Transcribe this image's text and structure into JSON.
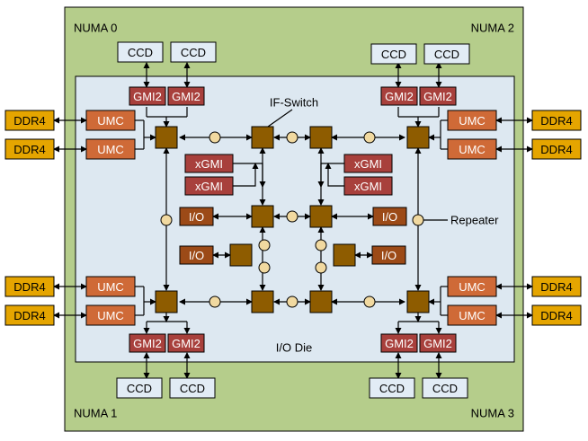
{
  "numa": {
    "n0": "NUMA 0",
    "n1": "NUMA 1",
    "n2": "NUMA 2",
    "n3": "NUMA 3"
  },
  "labels": {
    "ccd": "CCD",
    "gmi": "GMI2",
    "umc": "UMC",
    "ddr": "DDR4",
    "xgmi": "xGMI",
    "io": "I/O",
    "if_switch": "IF-Switch",
    "repeater": "Repeater",
    "io_die": "I/O Die"
  },
  "colors": {
    "numa_fill": "#b5cd8b",
    "die_fill": "#dde8f1",
    "ccd_fill": "#e2ecf5",
    "gmi_fill": "#a8403c",
    "umc_fill": "#cf6a37",
    "ddr_fill": "#e5a500",
    "xgmi_fill": "#a8403c",
    "io_fill": "#9c4a17",
    "switch_fill": "#8e5c00",
    "repeater_fill": "#f1d9a0"
  }
}
